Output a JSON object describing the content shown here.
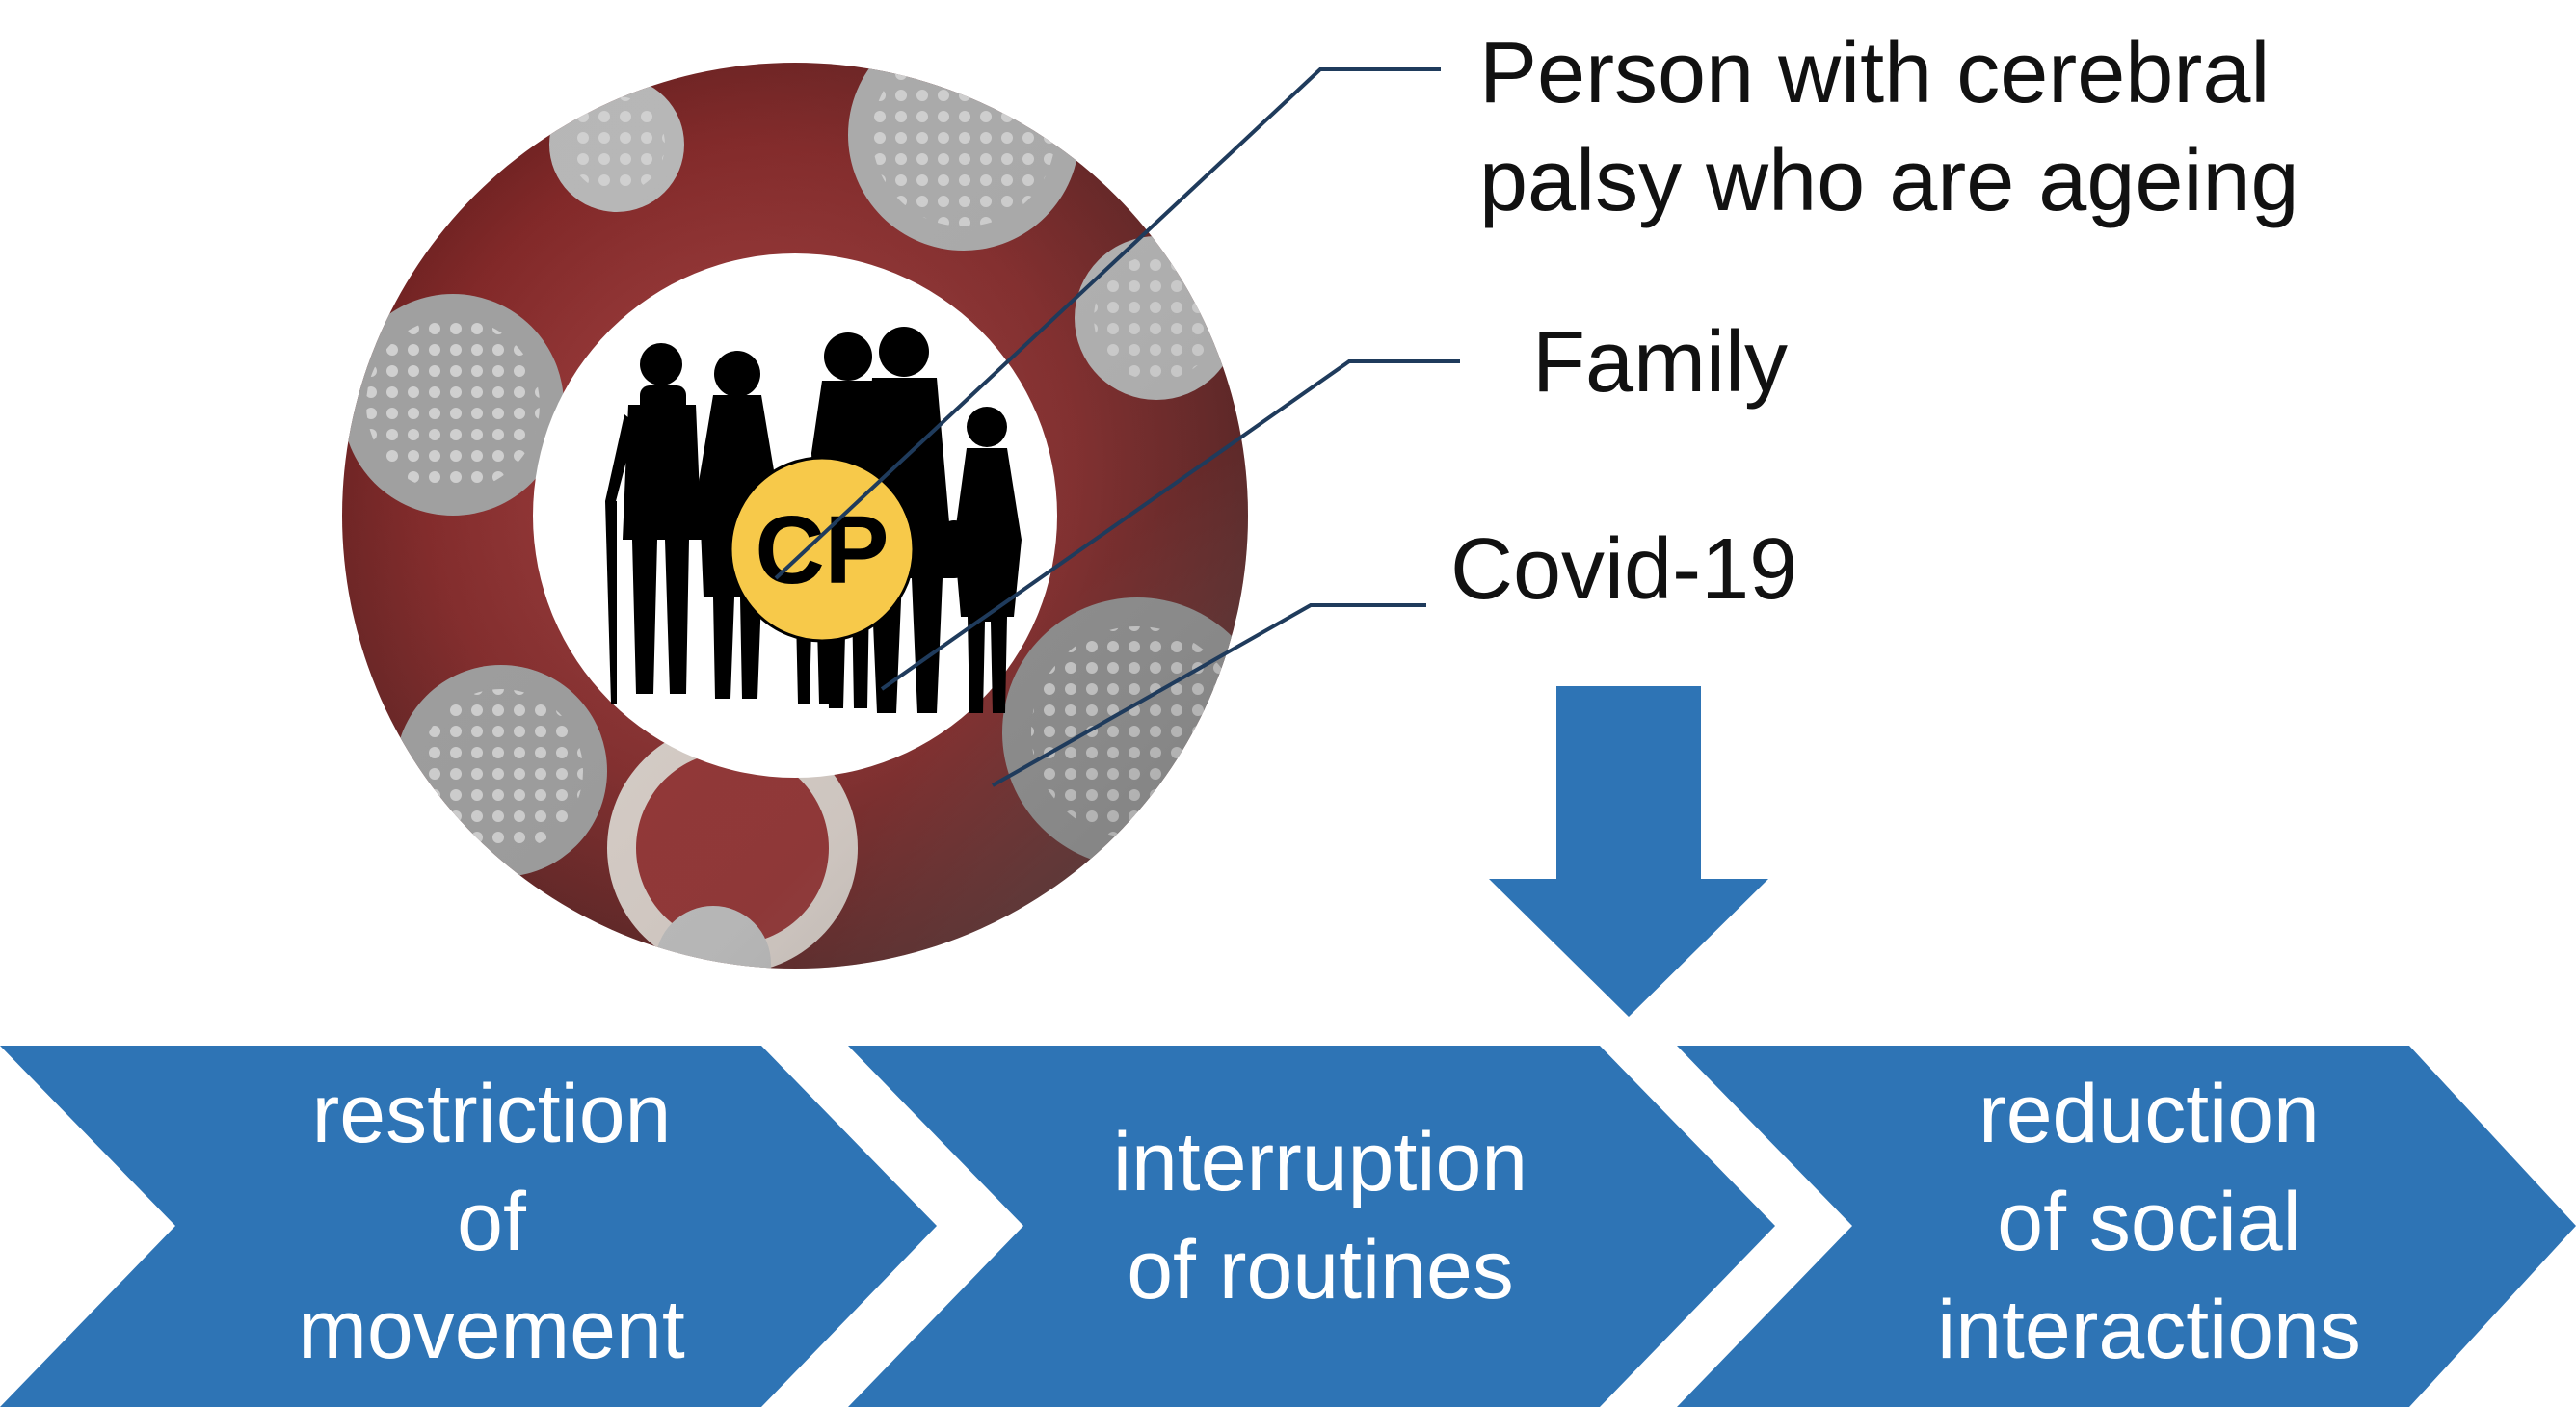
{
  "labels": {
    "person": [
      "Person with cerebral",
      "palsy who are ageing"
    ],
    "family": "Family",
    "covid": "Covid-19"
  },
  "badge": {
    "text": "CP",
    "color": "#f7c94a"
  },
  "process": [
    {
      "lines": [
        "restriction",
        "of",
        "movement"
      ]
    },
    {
      "lines": [
        "interruption",
        "of routines"
      ]
    },
    {
      "lines": [
        "reduction",
        "of social",
        "interactions"
      ]
    }
  ],
  "colors": {
    "chevron": "#2e74b5",
    "arrow": "#2e74b5",
    "leader_line": "#1f3b5c",
    "ring_base": "#7e2121",
    "virus_grey": "#b4b4b4"
  }
}
